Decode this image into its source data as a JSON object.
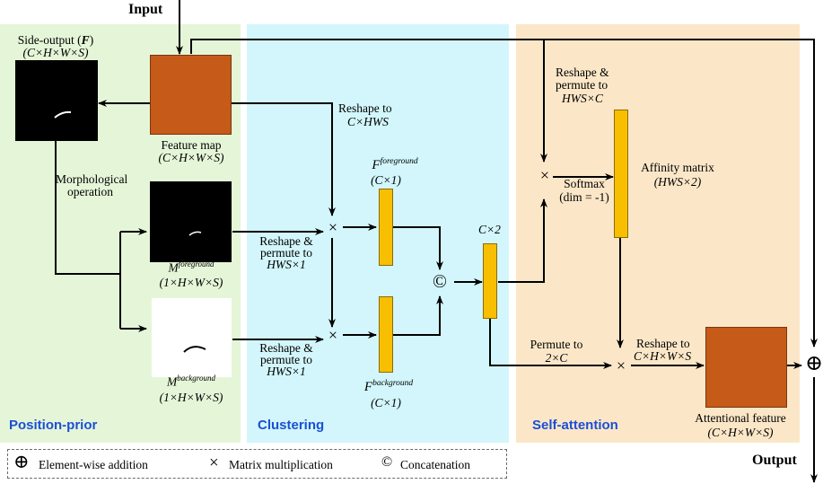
{
  "colors": {
    "position_prior_bg": "#e5f6d8",
    "clustering_bg": "#d2f6fb",
    "self_attention_bg": "#fbe7c8",
    "feature_block": "#c65a18",
    "bar": "#f8bf00",
    "section_title": "#1b4fd6"
  },
  "sections": {
    "position_prior": "Position-prior",
    "clustering": "Clustering",
    "self_attention": "Self-attention"
  },
  "io": {
    "input": "Input",
    "output": "Output"
  },
  "position_prior": {
    "side_output_title": "Side-output (F)",
    "side_output_dims": "(C×H×W×S)",
    "feature_map_title": "Feature map",
    "feature_map_dims": "(C×H×W×S)",
    "morph_line1": "Morphological",
    "morph_line2": "operation",
    "m_fg_base": "M",
    "m_fg_sup": "foreground",
    "m_fg_dims": "(1×H×W×S)",
    "m_bg_base": "M",
    "m_bg_sup": "background",
    "m_bg_dims": "(1×H×W×S)"
  },
  "clustering": {
    "reshape_to_line1": "Reshape to",
    "reshape_to_line2": "C×HWS",
    "f_fg_base": "F",
    "f_fg_sup": "foreground",
    "f_fg_dims": "(C×1)",
    "f_bg_base": "F",
    "f_bg_sup": "background",
    "f_bg_dims": "(C×1)",
    "rp_fg_line1": "Reshape &",
    "rp_fg_line2": "permute to",
    "rp_fg_line3": "HWS×1",
    "rp_bg_line1": "Reshape &",
    "rp_bg_line2": "permute to",
    "rp_bg_line3": "HWS×1",
    "concat_dims": "C×2"
  },
  "self_attention": {
    "rp_line1": "Reshape &",
    "rp_line2": "permute to",
    "rp_line3": "HWS×C",
    "softmax_line1": "Softmax",
    "softmax_line2": "(dim = -1)",
    "affinity_line1": "Affinity matrix",
    "affinity_line2": "(HWS×2)",
    "permute_line1": "Permute to",
    "permute_line2": "2×C",
    "reshape_line1": "Reshape to",
    "reshape_line2": "C×H×W×S",
    "attn_title": "Attentional feature",
    "attn_dims": "(C×H×W×S)"
  },
  "symbols": {
    "multiply": "×",
    "concat": "©",
    "add": "⊕"
  },
  "legend": {
    "add_label": "Element-wise addition",
    "mul_label": "Matrix multiplication",
    "concat_label": "Concatenation"
  }
}
